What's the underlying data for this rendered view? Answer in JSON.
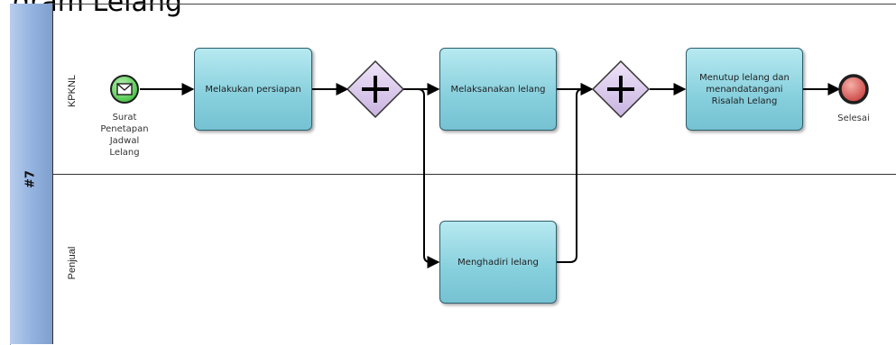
{
  "title": "gram Lelang",
  "pool": {
    "label": "#7"
  },
  "lanes": [
    {
      "label": "KPKNL"
    },
    {
      "label": "Penjual"
    }
  ],
  "events": {
    "start": {
      "label_lines": [
        "Surat",
        "Penetapan",
        "Jadwal Lelang"
      ],
      "icon": "envelope-icon",
      "color": "#3fbf3f"
    },
    "end": {
      "label": "Selesai",
      "color": "#d84a4a"
    }
  },
  "tasks": {
    "persiapan": "Melakukan persiapan",
    "melaksanakan": "Melaksanakan lelang",
    "menghadiri": "Menghadiri lelang",
    "menutup": "Menutup lelang dan menandatangani Risalah Lelang"
  },
  "gateways": {
    "type": "parallel",
    "icon": "plus-icon",
    "color": "#d9c8ec"
  }
}
